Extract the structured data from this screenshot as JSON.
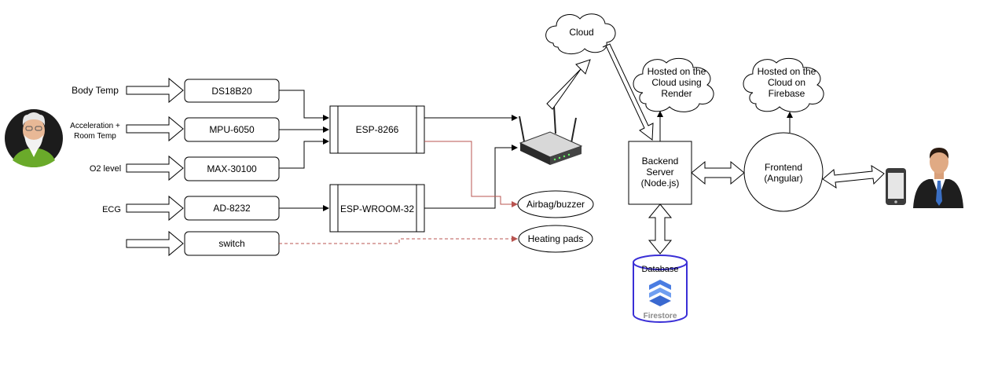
{
  "inputs": {
    "body_temp": "Body Temp",
    "accel_line1": "Acceleration +",
    "accel_line2": "Room Temp",
    "o2": "O2 level",
    "ecg": "ECG"
  },
  "sensors": {
    "ds18b20": "DS18B20",
    "mpu6050": "MPU-6050",
    "max30100": "MAX-30100",
    "ad8232": "AD-8232",
    "switch": "switch"
  },
  "controllers": {
    "esp8266": "ESP-8266",
    "esp_wroom": "ESP-WROOM-32"
  },
  "outputs": {
    "airbag": "Airbag/buzzer",
    "heating": "Heating pads"
  },
  "cloud": {
    "label": "Cloud"
  },
  "backend": {
    "line1": "Backend",
    "line2": "Server",
    "line3": "(Node.js)",
    "host_line1": "Hosted on the",
    "host_line2": "Cloud using",
    "host_line3": "Render"
  },
  "frontend": {
    "line1": "Frontend",
    "line2": "(Angular)",
    "host_line1": "Hosted on the",
    "host_line2": "Cloud on",
    "host_line3": "Firebase"
  },
  "database": {
    "label": "Database",
    "brand": "Firestore"
  },
  "colors": {
    "stroke": "#000000",
    "red_link": "#b85450",
    "database_border": "#3a2fd6",
    "firestore_blue": "#4a7de2"
  },
  "icons": [
    "elderly-patient-icon",
    "wifi-router-icon",
    "smartphone-icon",
    "caregiver-icon",
    "firestore-logo-icon"
  ]
}
